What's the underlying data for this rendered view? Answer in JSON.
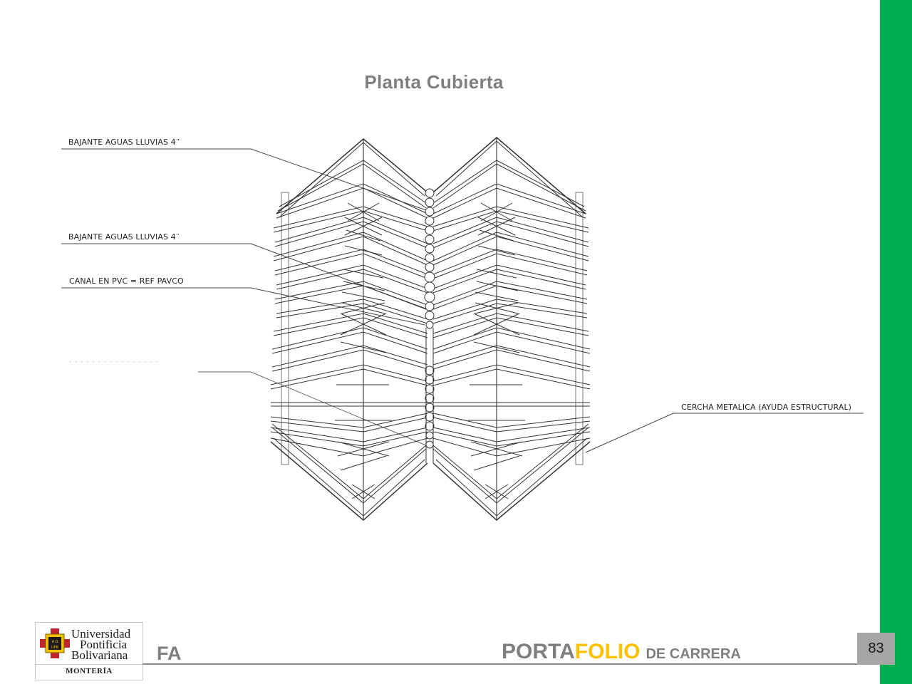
{
  "slide": {
    "title": "Planta Cubierta",
    "accent_color": "#00b050",
    "page_number": "83"
  },
  "drawing": {
    "callouts": [
      {
        "id": "bajante-1",
        "label": "BAJANTE AGUAS LLUVIAS 4¨"
      },
      {
        "id": "bajante-2",
        "label": "BAJANTE AGUAS LLUVIAS 4¨"
      },
      {
        "id": "canal-pvc",
        "label": "CANAL EN PVC = REF PAVCO"
      },
      {
        "id": "faded",
        "label": "- - - - - - - - - - - - - - - -"
      },
      {
        "id": "cercha",
        "label": "CERCHA METALICA (AYUDA ESTRUCTURAL)"
      }
    ]
  },
  "footer": {
    "logo": {
      "line1": "Universidad",
      "line2": "Pontificia",
      "line3": "Bolivariana",
      "city": "MONTERÍA",
      "crest_text": [
        "A",
        "Ω",
        "UPB"
      ]
    },
    "faculty": "FA",
    "portfolio": {
      "part1": "PORTA",
      "part2": "FOLIO",
      "part3": "DE CARRERA"
    }
  }
}
